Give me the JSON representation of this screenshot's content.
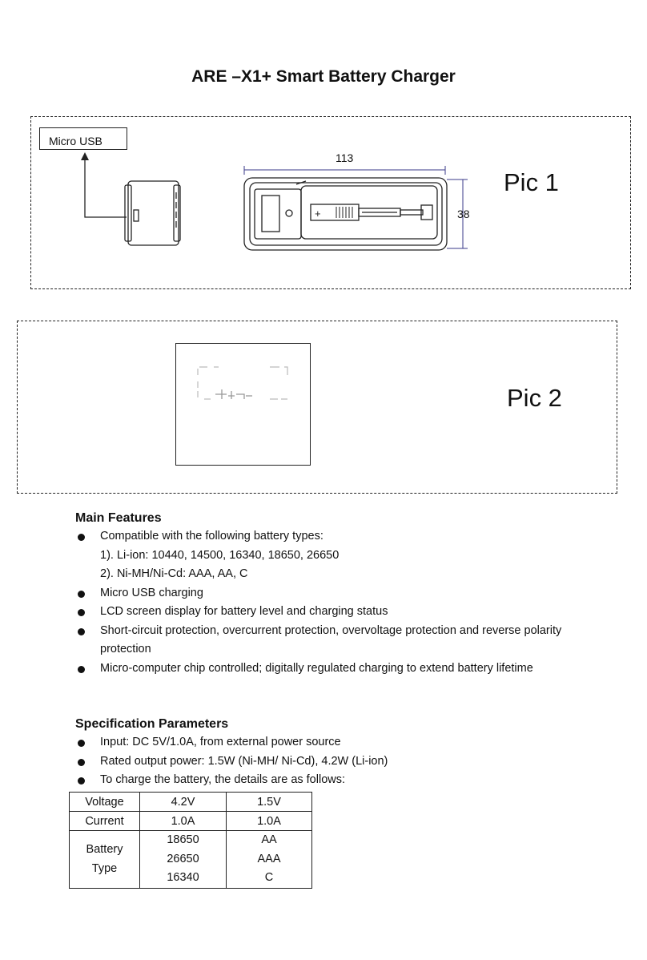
{
  "title": "ARE –X1+ Smart Battery Charger",
  "pic1": {
    "label": "Pic 1",
    "usb_label": "Micro USB",
    "length_dim": "113",
    "height_dim": "38"
  },
  "pic2": {
    "label": "Pic 2"
  },
  "features": {
    "heading": "Main Features",
    "items": [
      "Compatible with the following battery types:",
      "Micro USB charging",
      "LCD screen display for battery level and charging status",
      "Short-circuit protection, overcurrent protection, overvoltage protection and reverse polarity",
      "Micro-computer chip controlled; digitally regulated charging to extend battery lifetime"
    ],
    "sub_items": [
      "1). Li-ion: 10440, 14500, 16340, 18650, 26650",
      "2). Ni-MH/Ni-Cd: AAA, AA, C"
    ],
    "item4_cont": "protection"
  },
  "spec": {
    "heading": "Specification Parameters",
    "items": [
      "Input: DC 5V/1.0A, from external power source",
      "Rated output power: 1.5W (Ni-MH/ Ni-Cd), 4.2W (Li-ion)",
      "To charge the battery, the details are as follows:"
    ],
    "table": {
      "voltage_label": "Voltage",
      "voltage": [
        "4.2V",
        "1.5V"
      ],
      "current_label": "Current",
      "current": [
        "1.0A",
        "1.0A"
      ],
      "type_label_1": "Battery",
      "type_label_2": "Type",
      "li_types": [
        "18650",
        "26650",
        "16340"
      ],
      "ni_types": [
        "AA",
        "AAA",
        "C"
      ]
    }
  }
}
